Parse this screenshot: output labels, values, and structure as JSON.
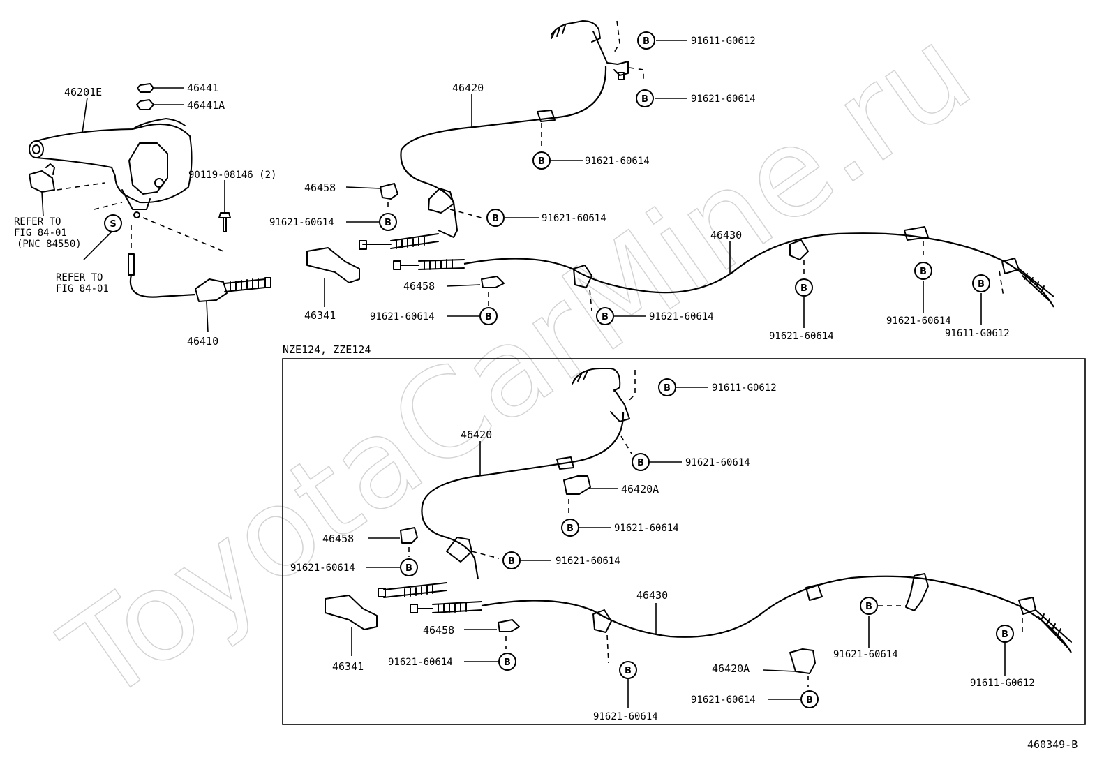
{
  "watermark": "ToyotaCarMine.ru",
  "figure_code": "460349-B",
  "variant_box_label": "NZE124, ZZE124",
  "marker_letters": {
    "bolt": "B",
    "special": "S"
  },
  "notes": {
    "refer_pnc_1": "REFER TO",
    "refer_pnc_2": "FIG 84-01",
    "refer_pnc_3": "(PNC 84550)",
    "refer_fig_1": "REFER TO",
    "refer_fig_2": "FIG 84-01"
  },
  "labels": [
    {
      "id": "lever",
      "text": "46201E"
    },
    {
      "id": "nut1",
      "text": "46441"
    },
    {
      "id": "nut2",
      "text": "46441A"
    },
    {
      "id": "screw",
      "text": "90119-08146 (2)"
    },
    {
      "id": "front-cable",
      "text": "46410"
    },
    {
      "id": "u-cable-r",
      "text": "46420"
    },
    {
      "id": "u-cable-l",
      "text": "46430"
    },
    {
      "id": "u-clamp1",
      "text": "46458"
    },
    {
      "id": "u-bolt-clamp1",
      "text": "91621-60614"
    },
    {
      "id": "u-bracket",
      "text": "46341"
    },
    {
      "id": "u-clamp2",
      "text": "46458"
    },
    {
      "id": "u-bolt-clamp2",
      "text": "91621-60614"
    },
    {
      "id": "u-bolt-top",
      "text": "91611-G0612"
    },
    {
      "id": "u-bolt-top2",
      "text": "91621-60614"
    },
    {
      "id": "u-bolt-mid",
      "text": "91621-60614"
    },
    {
      "id": "u-bolt-right",
      "text": "91621-60614"
    },
    {
      "id": "u-bolt-l1",
      "text": "91621-60614"
    },
    {
      "id": "u-bolt-l2",
      "text": "91621-60614"
    },
    {
      "id": "u-bolt-l3",
      "text": "91621-60614"
    },
    {
      "id": "u-bolt-l4",
      "text": "91611-G0612"
    },
    {
      "id": "l-bolt-top",
      "text": "91611-G0612"
    },
    {
      "id": "l-cable-r",
      "text": "46420"
    },
    {
      "id": "l-bolt-top2",
      "text": "91621-60614"
    },
    {
      "id": "l-clip",
      "text": "46420A"
    },
    {
      "id": "l-bolt-clip",
      "text": "91621-60614"
    },
    {
      "id": "l-clamp1",
      "text": "46458"
    },
    {
      "id": "l-bolt-clamp1",
      "text": "91621-60614"
    },
    {
      "id": "l-bolt-right",
      "text": "91621-60614"
    },
    {
      "id": "l-cable-l",
      "text": "46430"
    },
    {
      "id": "l-clamp2",
      "text": "46458"
    },
    {
      "id": "l-bolt-clamp2",
      "text": "91621-60614"
    },
    {
      "id": "l-bracket",
      "text": "46341"
    },
    {
      "id": "l-bolt-l1",
      "text": "91621-60614"
    },
    {
      "id": "l-clip2",
      "text": "46420A"
    },
    {
      "id": "l-bolt-clip2",
      "text": "91621-60614"
    },
    {
      "id": "l-bolt-l2",
      "text": "91621-60614"
    },
    {
      "id": "l-bolt-l3",
      "text": "91611-G0612"
    }
  ]
}
